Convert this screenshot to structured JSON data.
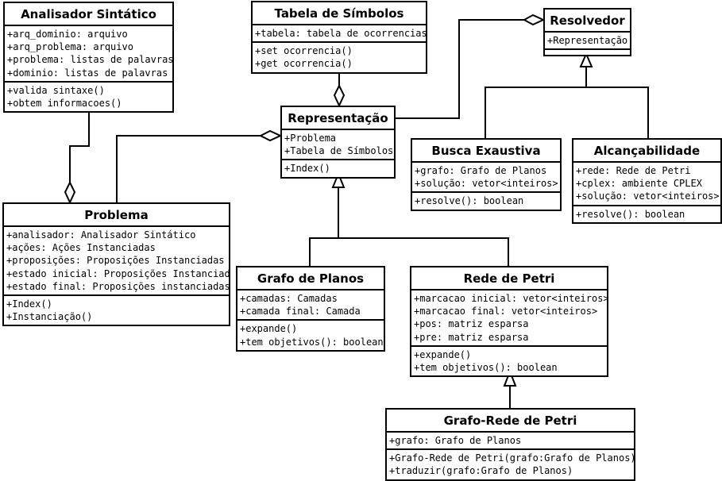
{
  "diagram": {
    "classes": {
      "analisador": {
        "name": "Analisador Sintático",
        "attributes": [
          "+arq_dominio: arquivo",
          "+arq_problema: arquivo",
          "+problema: listas de palavras",
          "+dominio: listas de palavras"
        ],
        "operations": [
          "+valida sintaxe()",
          "+obtem informacoes()"
        ]
      },
      "tabela": {
        "name": "Tabela de Símbolos",
        "attributes": [
          "+tabela: tabela de ocorrencias"
        ],
        "operations": [
          "+set ocorrencia()",
          "+get ocorrencia()"
        ]
      },
      "resolvedor": {
        "name": "Resolvedor",
        "attributes": [
          "+Representação"
        ],
        "operations": []
      },
      "representacao": {
        "name": "Representação",
        "attributes": [
          "+Problema",
          "+Tabela de Símbolos"
        ],
        "operations": [
          "+Index()"
        ]
      },
      "busca": {
        "name": "Busca Exaustiva",
        "attributes": [
          "+grafo: Grafo de Planos",
          "+solução: vetor<inteiros>"
        ],
        "operations": [
          "+resolve(): boolean"
        ]
      },
      "alcancabilidade": {
        "name": "Alcançabilidade",
        "attributes": [
          "+rede: Rede de Petri",
          "+cplex: ambiente CPLEX",
          "+solução: vetor<inteiros>"
        ],
        "operations": [
          "+resolve(): boolean"
        ]
      },
      "problema": {
        "name": "Problema",
        "attributes": [
          "+analisador: Analisador Sintático",
          "+ações: Ações Instanciadas",
          "+proposições: Proposições Instanciadas",
          "+estado inicial: Proposições Instanciadas",
          "+estado final: Proposições instanciadas"
        ],
        "operations": [
          "+Index()",
          "+Instanciação()"
        ]
      },
      "grafo": {
        "name": "Grafo de Planos",
        "attributes": [
          "+camadas: Camadas",
          "+camada final: Camada"
        ],
        "operations": [
          "+expande()",
          "+tem objetivos(): boolean"
        ]
      },
      "rede": {
        "name": "Rede de Petri",
        "attributes": [
          "+marcacao inicial: vetor<inteiros>",
          "+marcacao final: vetor<inteiros>",
          "+pos: matriz esparsa",
          "+pre: matriz esparsa"
        ],
        "operations": [
          "+expande()",
          "+tem objetivos(): boolean"
        ]
      },
      "grafoRede": {
        "name": "Grafo-Rede de Petri",
        "attributes": [
          "+grafo: Grafo de Planos"
        ],
        "operations": [
          "+Grafo-Rede de Petri(grafo:Grafo de Planos)",
          "+traduzir(grafo:Grafo de Planos)"
        ]
      }
    },
    "relations": [
      {
        "type": "aggregation",
        "whole": "problema",
        "part": "analisador"
      },
      {
        "type": "aggregation",
        "whole": "representacao",
        "part": "tabela"
      },
      {
        "type": "aggregation",
        "whole": "representacao",
        "part": "problema"
      },
      {
        "type": "aggregation",
        "whole": "resolvedor",
        "part": "representacao"
      },
      {
        "type": "generalization",
        "parent": "resolvedor",
        "children": [
          "busca",
          "alcancabilidade"
        ]
      },
      {
        "type": "generalization",
        "parent": "representacao",
        "children": [
          "grafo",
          "rede"
        ]
      },
      {
        "type": "generalization",
        "parent": "rede",
        "children": [
          "grafoRede"
        ]
      }
    ]
  }
}
